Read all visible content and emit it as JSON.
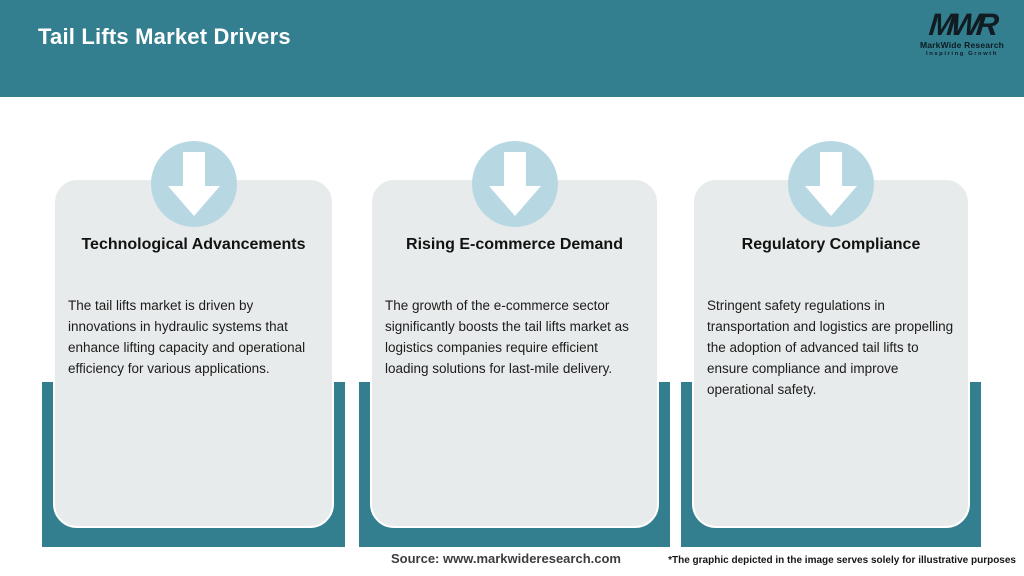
{
  "header": {
    "title": "Tail Lifts Market Drivers"
  },
  "logo": {
    "monogram": "MWR",
    "name": "MarkWide Research",
    "tagline": "Inspiring Growth"
  },
  "cards": [
    {
      "title": "Technological Advancements",
      "description": "The tail lifts market is driven by innovations in hydraulic systems that enhance lifting capacity and operational efficiency for various applications."
    },
    {
      "title": "Rising E-commerce Demand",
      "description": "The growth of the e-commerce sector significantly boosts the tail lifts market as logistics companies require efficient loading solutions for last-mile delivery."
    },
    {
      "title": "Regulatory Compliance",
      "description": "Stringent safety regulations in transportation and logistics are propelling the adoption of advanced tail lifts to ensure compliance and improve operational safety."
    }
  ],
  "footer": {
    "source": "Source: www.markwideresearch.com",
    "disclaimer": "*The graphic depicted in the image serves solely for illustrative purposes"
  },
  "colors": {
    "header_teal": "#337F90",
    "tray_teal": "#337F90",
    "card_gray": "#E8EBEB",
    "circle_blue": "#B7D8E3",
    "arrow": "#FFFFFF",
    "title_text": "#FFFFFF",
    "body_text": "#1C1C1C"
  }
}
